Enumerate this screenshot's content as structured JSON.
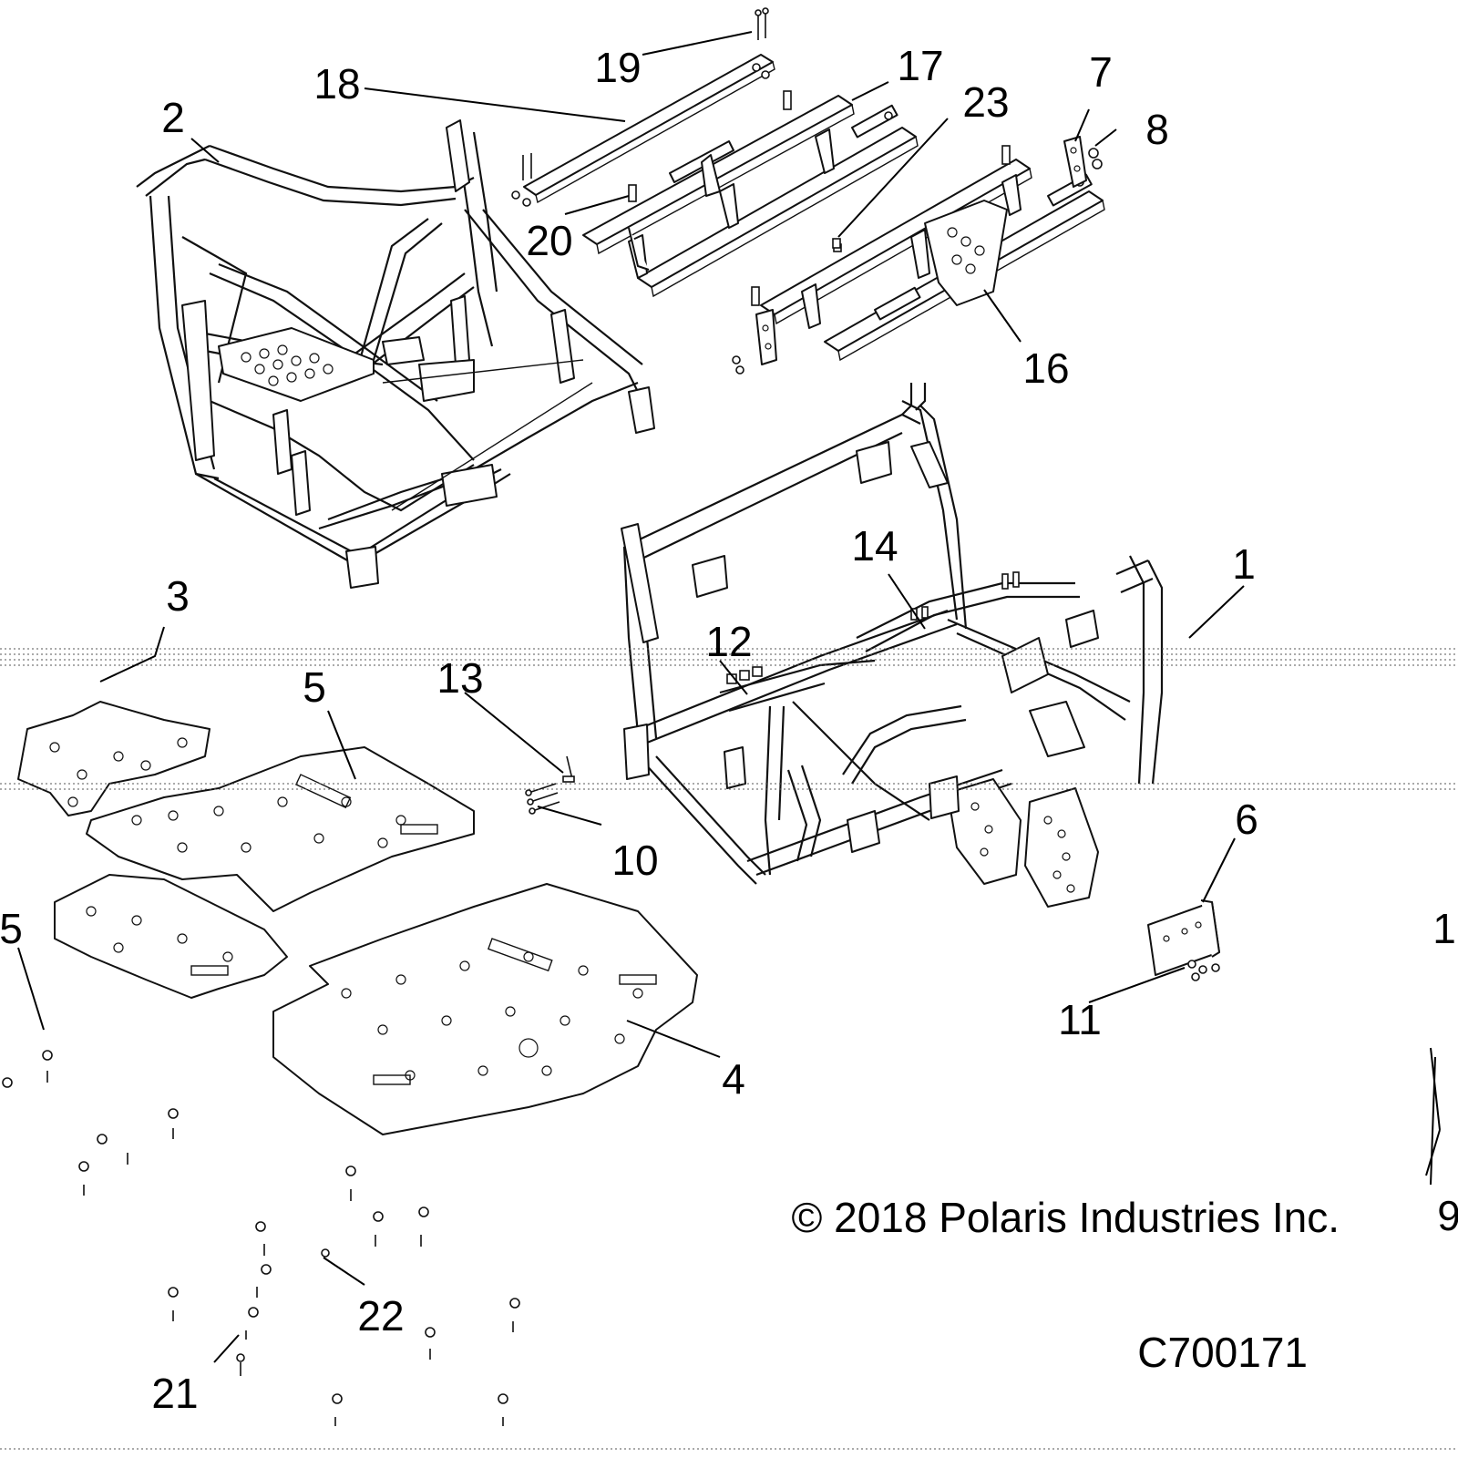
{
  "callouts": {
    "c1": "1",
    "c2": "2",
    "c3": "3",
    "c4": "4",
    "c5a": "5",
    "c5b": "5",
    "c6": "6",
    "c7": "7",
    "c8": "8",
    "c9": "9",
    "c10": "10",
    "c11": "11",
    "c12": "12",
    "c13": "13",
    "c14": "14",
    "c16": "16",
    "c17": "17",
    "c18": "18",
    "c19": "19",
    "c20": "20",
    "c21": "21",
    "c22": "22",
    "c23": "23",
    "c1b": "1"
  },
  "copyright": "© 2018 Polaris Industries Inc.",
  "drawing_number": "C700171"
}
